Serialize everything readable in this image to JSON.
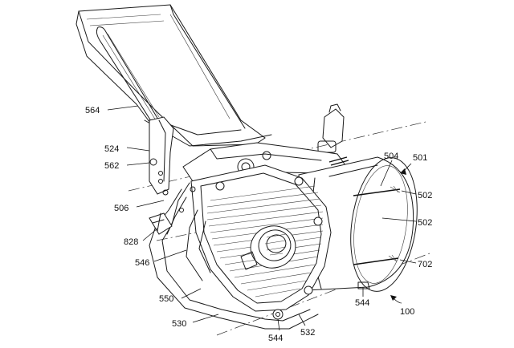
{
  "labels": {
    "l564": "564",
    "l524": "524",
    "l562": "562",
    "l506": "506",
    "l828": "828",
    "l546": "546",
    "l550": "550",
    "l530": "530",
    "l544a": "544",
    "l532": "532",
    "l544b": "544",
    "l100": "100",
    "l702": "702",
    "l502a": "502",
    "l502b": "502",
    "l504": "504",
    "l501": "501"
  }
}
